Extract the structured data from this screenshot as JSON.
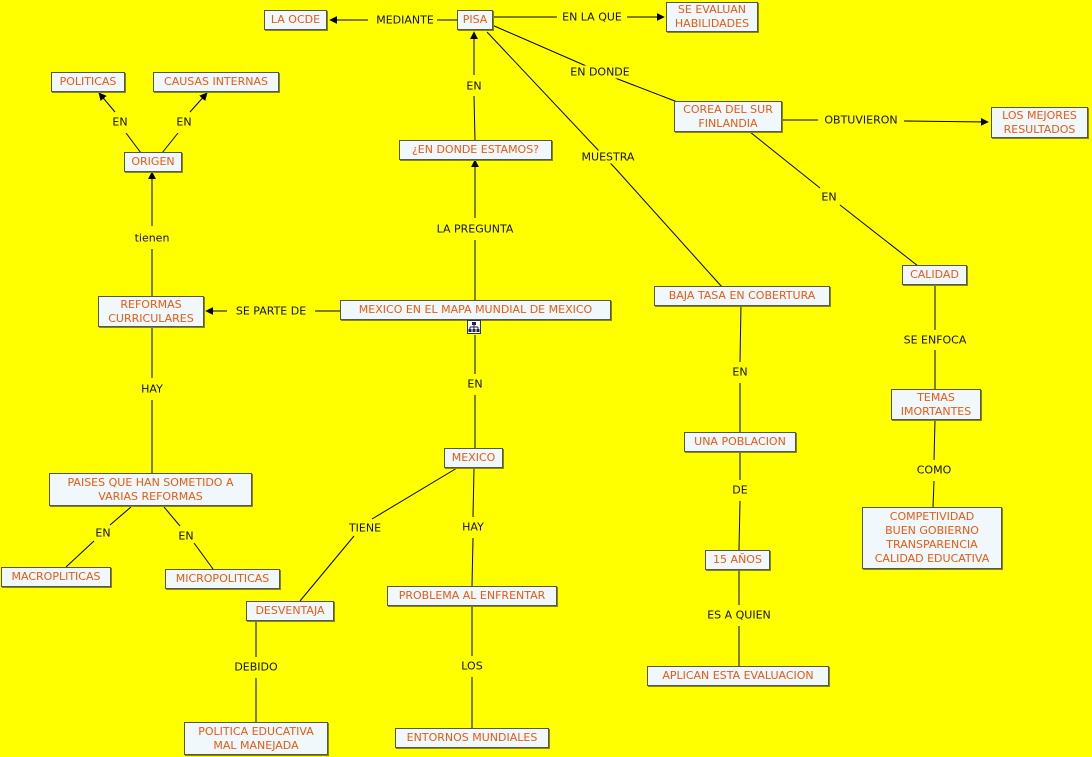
{
  "nodes": {
    "pisa": "PISA",
    "ocde": "LA OCDE",
    "se_evaluan": "SE EVALUAN\nHABILIDADES",
    "politicas": "POLITICAS",
    "causas_internas": "CAUSAS INTERNAS",
    "origen": "ORIGEN",
    "en_donde_estamos": "¿EN DONDE ESTAMOS?",
    "corea": "COREA DEL SUR\nFINLANDIA",
    "mejores": "LOS MEJORES\nRESULTADOS",
    "reformas": "REFORMAS\nCURRICULARES",
    "mexico_mapa": "MEXICO EN EL MAPA MUNDIAL DE MEXICO",
    "baja_tasa": "BAJA TASA EN COBERTURA",
    "calidad": "CALIDAD",
    "temas": "TEMAS\nIMORTANTES",
    "poblacion": "UNA POBLACION",
    "mexico": "MEXICO",
    "paises": "PAISES QUE HAN SOMETIDO A\nVARIAS REFORMAS",
    "competitividad": "COMPETIVIDAD\nBUEN GOBIERNO\nTRANSPARENCIA\nCALIDAD EDUCATIVA",
    "quince": "15 AÑOS",
    "macro": "MACROPLITICAS",
    "micro": "MICROPOLITICAS",
    "desventaja": "DESVENTAJA",
    "problema": "PROBLEMA AL ENFRENTAR",
    "aplican": "APLICAN ESTA EVALUACION",
    "politica_educativa": "POLITICA EDUCATIVA\nMAL MANEJADA",
    "entornos": "ENTORNOS MUNDIALES"
  },
  "links": {
    "mediante": "MEDIANTE",
    "en_la_que": "EN LA QUE",
    "en_donde": "EN DONDE",
    "obtuvieron": "OBTUVIERON",
    "en_pisa": "EN",
    "muestra": "MUESTRA",
    "en_politicas": "EN",
    "en_causas": "EN",
    "tienen": "tienen",
    "la_pregunta": "LA PREGUNTA",
    "en_calidad": "EN",
    "se_parte_de": "SE PARTE DE",
    "se_enfoca": "SE ENFOCA",
    "en_poblacion": "EN",
    "hay_paises": "HAY",
    "en_mexico": "EN",
    "como": "COMO",
    "de": "DE",
    "en_macro": "EN",
    "en_micro": "EN",
    "tiene": "TIENE",
    "hay_problema": "HAY",
    "es_a_quien": "ES A QUIEN",
    "debido": "DEBIDO",
    "los": "LOS"
  },
  "icons": {
    "submap": "sitemap-icon"
  },
  "colors": {
    "background": "#ffff00",
    "node_text": "#e85a10",
    "node_fill": "#f0f8fc"
  }
}
